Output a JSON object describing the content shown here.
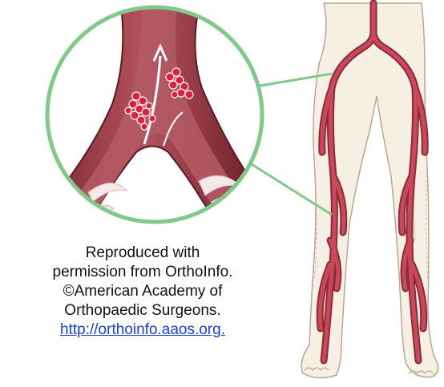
{
  "illustration": {
    "subject": "legs-vein-anatomy",
    "inset_subject": "vein-blood-clot-closeup",
    "colors": {
      "vein_red": "#c9485a",
      "vein_dark": "#8b2c37",
      "clot_red": "#e01e3a",
      "magnifier_ring": "#7fc98a",
      "skin": "#f6efe3",
      "skin_outline": "#b9a78e",
      "vessel_wall_light": "#c79aa0"
    }
  },
  "caption": {
    "line1": "Reproduced with",
    "line2": "permission from OrthoInfo.",
    "line3": "©American Academy of",
    "line4": "Orthopaedic Surgeons.",
    "link_text": "http://orthoinfo.aaos.org."
  }
}
